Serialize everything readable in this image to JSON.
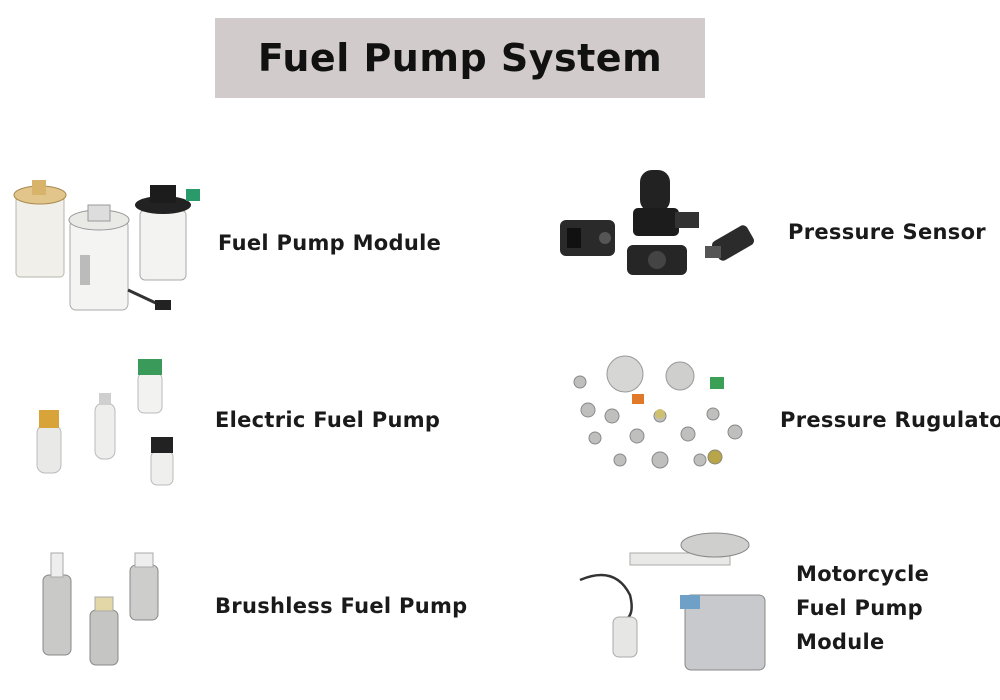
{
  "page": {
    "title": "Fuel Pump System"
  },
  "products": [
    {
      "label": "Fuel Pump Module",
      "icon": "fuel-pump-module-icon"
    },
    {
      "label": "Pressure Sensor",
      "icon": "pressure-sensor-icon"
    },
    {
      "label": "Electric Fuel Pump",
      "icon": "electric-fuel-pump-icon"
    },
    {
      "label": "Pressure Rugulator",
      "icon": "pressure-regulator-icon"
    },
    {
      "label": "Brushless Fuel Pump",
      "icon": "brushless-fuel-pump-icon"
    },
    {
      "label": "Motorcycle Fuel Pump Module",
      "icon": "motorcycle-fuel-pump-module-icon"
    }
  ],
  "colors": {
    "title_bg": "#d1cccb",
    "text": "#1a1a1a"
  }
}
